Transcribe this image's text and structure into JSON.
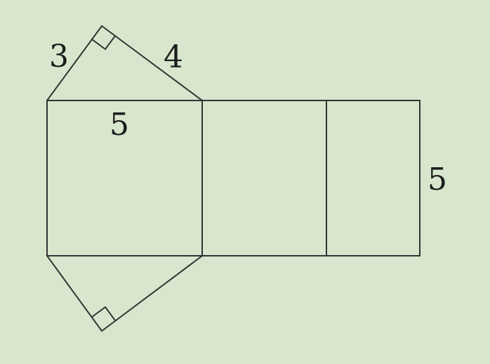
{
  "labels": {
    "leg_short": "3",
    "leg_long": "4",
    "hypotenuse": "5",
    "height": "5"
  }
}
